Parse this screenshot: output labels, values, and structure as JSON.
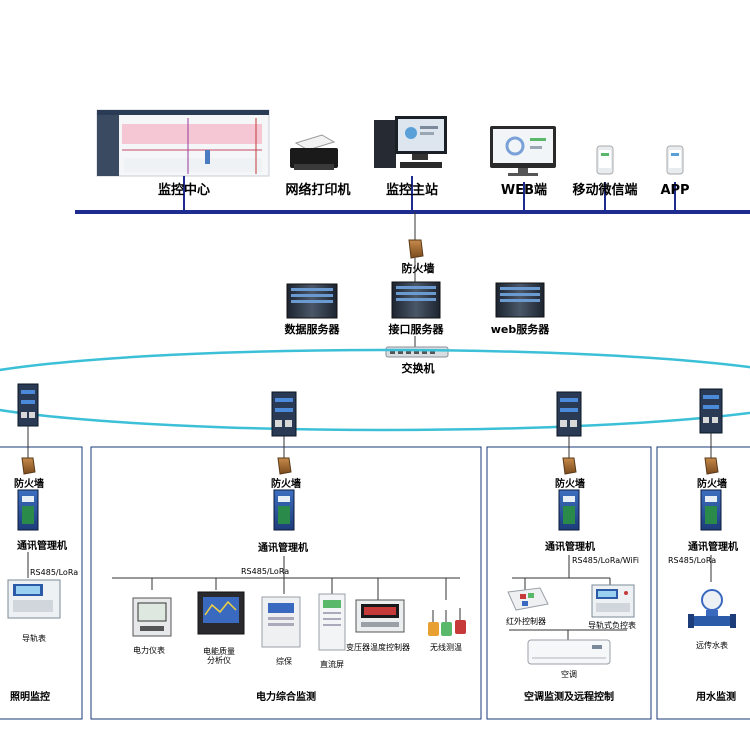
{
  "top": {
    "monitor_center": "监控中心",
    "network_printer": "网络打印机",
    "monitor_master": "监控主站",
    "web_client": "WEB端",
    "wechat_mobile": "移动微信端",
    "app": "APP"
  },
  "servers": {
    "firewall": "防火墙",
    "data_server": "数据服务器",
    "interface_server": "接口服务器",
    "web_server": "web服务器",
    "switch": "交换机"
  },
  "sections": {
    "lighting": {
      "firewall": "防火墙",
      "comm": "通讯管理机",
      "bus": "RS485/LoRa",
      "device": "导轨表",
      "title": "照明监控"
    },
    "power": {
      "firewall": "防火墙",
      "comm": "通讯管理机",
      "bus": "RS485/LoRa",
      "devices": [
        "电力仪表",
        "电能质量\n分析仪",
        "综保",
        "直流屏",
        "变压器温度控制器",
        "无线测温"
      ],
      "title": "电力综合监测"
    },
    "ac": {
      "firewall": "防火墙",
      "comm": "通讯管理机",
      "bus": "RS485/LoRa/WiFi",
      "devices": [
        "红外控制器",
        "导轨式负控表",
        "空调"
      ],
      "title": "空调监测及远程控制"
    },
    "water": {
      "firewall": "防火墙",
      "comm": "通讯管理机",
      "bus": "RS485/LoRa",
      "device": "远传水表",
      "title": "用水监测"
    }
  },
  "colors": {
    "backbone": "#1f2c8f",
    "ring": "#3cc0d8",
    "box_border": "#1a3a7a",
    "device_blue": "#2a5aa8"
  }
}
